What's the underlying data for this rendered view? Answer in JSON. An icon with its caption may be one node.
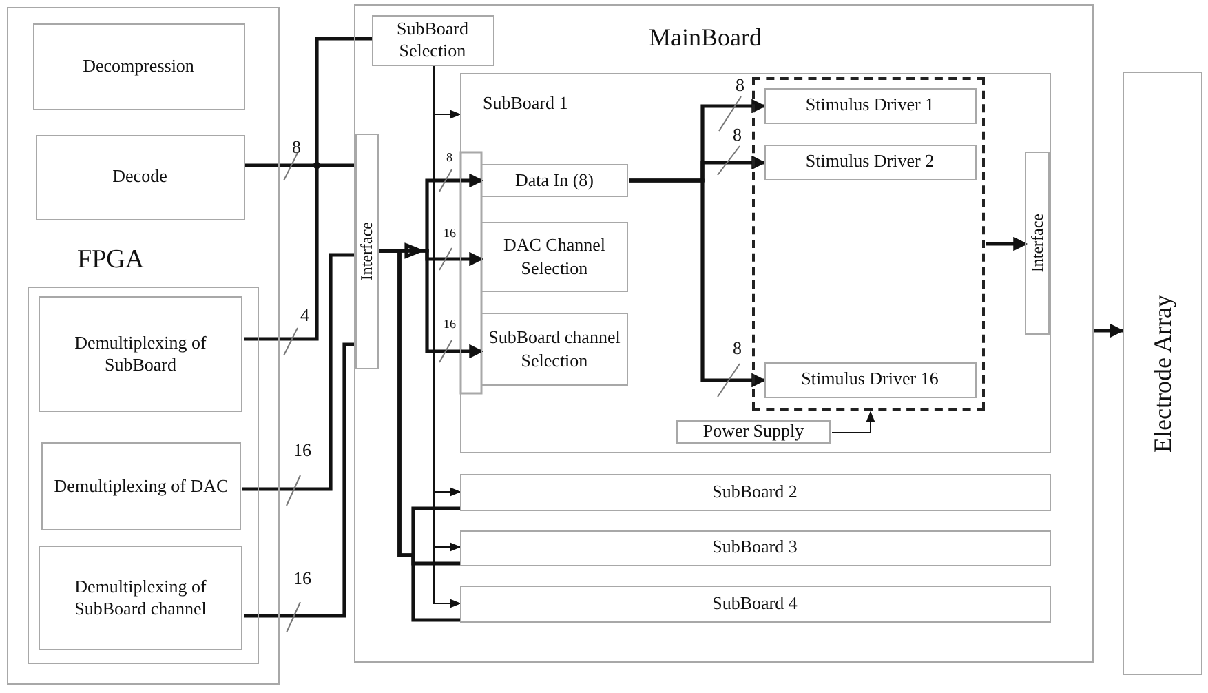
{
  "diagram": {
    "nodes": [
      {
        "text": [
          "FPGA"
        ]
      },
      {
        "text": [
          "Decompression"
        ],
        "in": 0
      },
      {
        "text": [
          "Decode"
        ],
        "in": 0
      },
      {
        "text": [],
        "shape": "box",
        "in": 0
      },
      {
        "text": [
          "Demultiplexing of SubBoard"
        ],
        "in": 3
      },
      {
        "text": [
          "Demultiplexing of DAC"
        ],
        "in": 3
      },
      {
        "text": [
          "Demultiplexing of SubBoard channel"
        ],
        "in": 3
      },
      {
        "text": [
          "MainBoard"
        ]
      },
      {
        "text": [
          "SubBoard Selection"
        ],
        "in": 7
      },
      {
        "text": [
          "Interface"
        ],
        "in": 7
      },
      {
        "text": [
          "SubBoard 1"
        ],
        "in": 7
      },
      {
        "text": [
          "Data In (8)"
        ],
        "in": 10
      },
      {
        "text": [
          "DAC Channel Selection"
        ],
        "in": 10
      },
      {
        "text": [
          "SubBoard channel Selection"
        ],
        "in": 10
      },
      {
        "text": [],
        "shape": "box",
        "in": 10
      },
      {
        "text": [
          "Stimulus Driver 1"
        ],
        "in": 14
      },
      {
        "text": [
          "Stimulus Driver 2"
        ],
        "in": 14
      },
      {
        "text": [
          "Stimulus Driver 16"
        ],
        "in": 14
      },
      {
        "text": [
          "Interface"
        ],
        "in": 10
      },
      {
        "text": [
          "Power Supply"
        ],
        "in": 10
      },
      {
        "text": [
          "SubBoard 2"
        ],
        "in": 7
      },
      {
        "text": [
          "SubBoard 3"
        ],
        "in": 7
      },
      {
        "text": [
          "SubBoard 4"
        ],
        "in": 7
      },
      {
        "text": [
          "Electrode Array"
        ]
      }
    ],
    "edges": [
      {
        "from": 2,
        "to": 9,
        "arrow": "none",
        "label": "8"
      },
      {
        "from": 4,
        "to": 8,
        "arrow": "none",
        "label": "4"
      },
      {
        "from": 5,
        "to": 9,
        "arrow": "none",
        "label": "16"
      },
      {
        "from": 6,
        "to": 9,
        "arrow": "none",
        "label": "16"
      },
      {
        "from": 9,
        "to": 11,
        "arrow": "to",
        "label": "8"
      },
      {
        "from": 9,
        "to": 12,
        "arrow": "to",
        "label": "16"
      },
      {
        "from": 9,
        "to": 13,
        "arrow": "to",
        "label": "16"
      },
      {
        "from": 9,
        "to": 20,
        "arrow": "none"
      },
      {
        "from": 9,
        "to": 21,
        "arrow": "none"
      },
      {
        "from": 9,
        "to": 22,
        "arrow": "none"
      },
      {
        "from": 8,
        "to": 10,
        "arrow": "to"
      },
      {
        "from": 8,
        "to": 20,
        "arrow": "to"
      },
      {
        "from": 8,
        "to": 21,
        "arrow": "to"
      },
      {
        "from": 8,
        "to": 22,
        "arrow": "to"
      },
      {
        "from": 11,
        "to": 15,
        "arrow": "to",
        "label": "8"
      },
      {
        "from": 11,
        "to": 16,
        "arrow": "to",
        "label": "8"
      },
      {
        "from": 11,
        "to": 17,
        "arrow": "to",
        "label": "8"
      },
      {
        "from": 14,
        "to": 18,
        "arrow": "to"
      },
      {
        "from": 19,
        "to": 14,
        "arrow": "to"
      },
      {
        "from": 7,
        "to": 23,
        "arrow": "to"
      }
    ]
  }
}
